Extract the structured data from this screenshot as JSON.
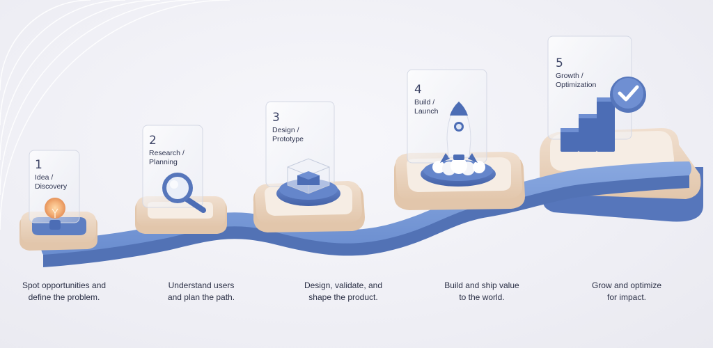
{
  "steps": [
    {
      "number": "1",
      "title_line1": "Idea /",
      "title_line2": "Discovery",
      "caption_line1": "Spot opportunities and",
      "caption_line2": "define the problem.",
      "icon": "lightbulb-icon"
    },
    {
      "number": "2",
      "title_line1": "Research /",
      "title_line2": "Planning",
      "caption_line1": "Understand users",
      "caption_line2": "and plan the path.",
      "icon": "magnifier-icon"
    },
    {
      "number": "3",
      "title_line1": "Design /",
      "title_line2": "Prototype",
      "caption_line1": "Design, validate, and",
      "caption_line2": "shape the product.",
      "icon": "cube-icon"
    },
    {
      "number": "4",
      "title_line1": "Build /",
      "title_line2": "Launch",
      "caption_line1": "Build and ship value",
      "caption_line2": "to the world.",
      "icon": "rocket-icon"
    },
    {
      "number": "5",
      "title_line1": "Growth /",
      "title_line2": "Optimization",
      "caption_line1": "Grow and optimize",
      "caption_line2": "for impact.",
      "icon": "chart-check-icon"
    }
  ],
  "colors": {
    "path_blue": "#6f93d4",
    "path_blue_dark": "#5576b8",
    "platform_beige": "#ead6c2",
    "platform_cream": "#f6ede4",
    "icon_blue": "#4c6db5",
    "text": "#2a2f45"
  }
}
